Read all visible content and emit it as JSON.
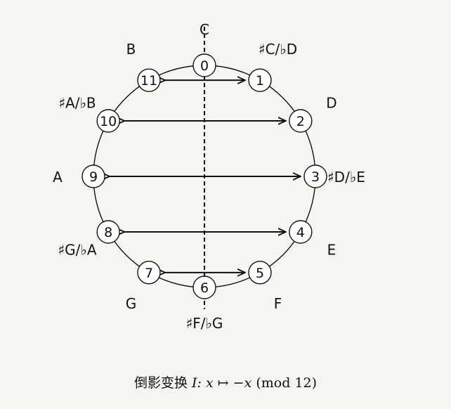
{
  "nodes": [
    {
      "num": "0",
      "note": "C"
    },
    {
      "num": "1",
      "note": "♯C/♭D"
    },
    {
      "num": "2",
      "note": "D"
    },
    {
      "num": "3",
      "note": "♯D/♭E"
    },
    {
      "num": "4",
      "note": "E"
    },
    {
      "num": "5",
      "note": "F"
    },
    {
      "num": "6",
      "note": "♯F/♭G"
    },
    {
      "num": "7",
      "note": "G"
    },
    {
      "num": "8",
      "note": "♯G/♭A"
    },
    {
      "num": "9",
      "note": "A"
    },
    {
      "num": "10",
      "note": "♯A/♭B"
    },
    {
      "num": "11",
      "note": "B"
    }
  ],
  "arrows": [
    {
      "from": "11",
      "to": "1"
    },
    {
      "from": "10",
      "to": "2"
    },
    {
      "from": "9",
      "to": "3"
    },
    {
      "from": "8",
      "to": "4"
    },
    {
      "from": "7",
      "to": "5"
    }
  ],
  "caption": {
    "prefix": "倒影变换",
    "symbol": "I",
    "mapping": ": x ↦ −x",
    "modulus": "(mod 12)"
  }
}
